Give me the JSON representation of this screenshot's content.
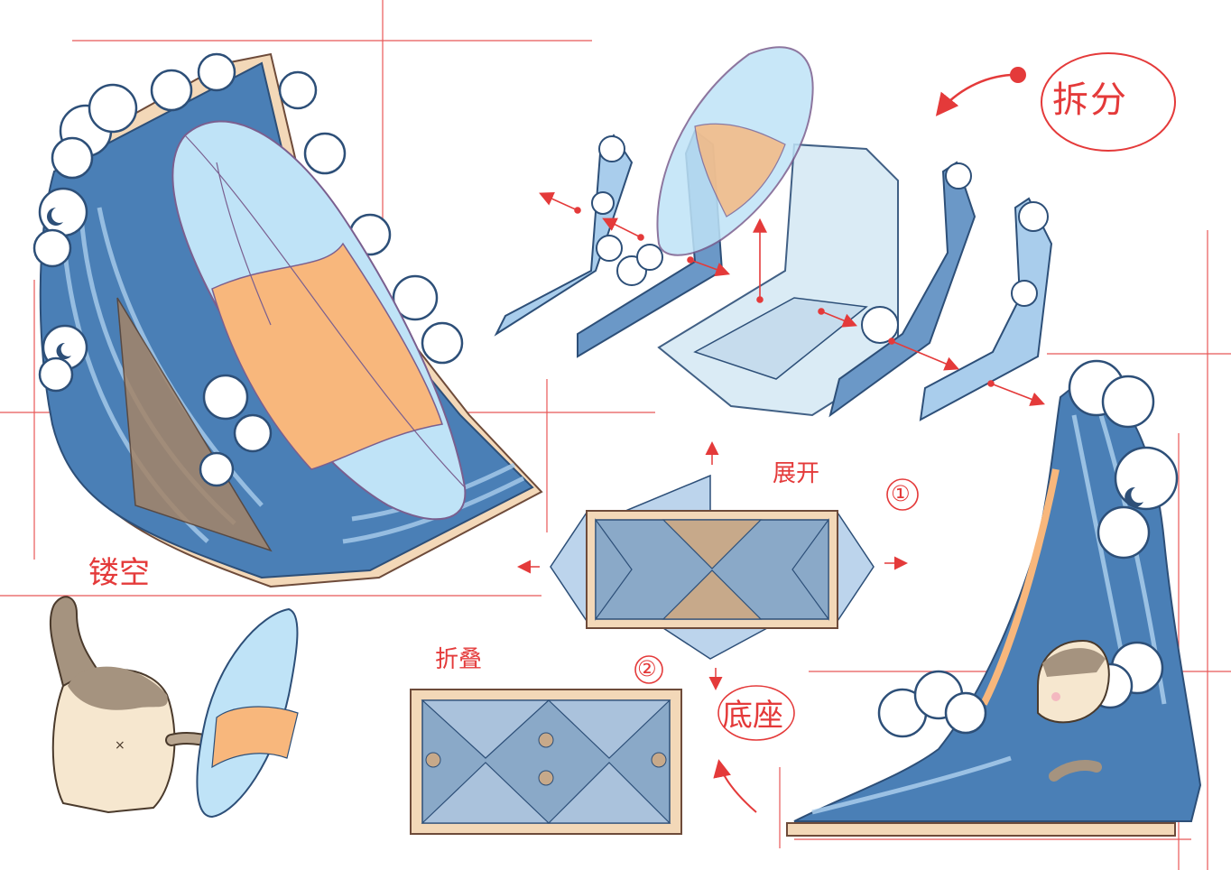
{
  "labels": {
    "split": "拆分",
    "hollow": "镂空",
    "unfold": "展开",
    "fold": "折叠",
    "base": "底座",
    "step1": "①",
    "step2": "②"
  },
  "colors": {
    "guide_red": "#e43a3a",
    "wave_blue": "#3f74ad",
    "wave_light": "#a9cdec",
    "acrylic_blue": "#bfe3f7",
    "board_orange": "#f8b77c",
    "wood_beige": "#f3d8b8",
    "base_blue": "#8aa9c8",
    "cat_brown": "#a5937f",
    "cat_cream": "#f6e7cf"
  },
  "icons": [
    "arrow-icon",
    "circle-one-icon",
    "circle-two-icon",
    "crescent-moon-icon"
  ]
}
